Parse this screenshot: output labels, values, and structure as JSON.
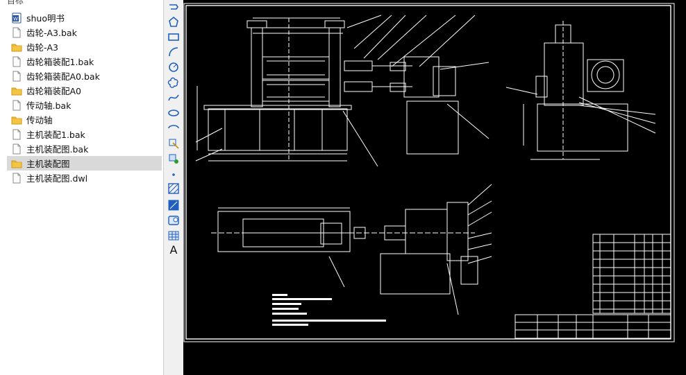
{
  "file_panel": {
    "header": "目标",
    "items": [
      {
        "name": "shuo明书",
        "type": "word"
      },
      {
        "name": "齿轮-A3.bak",
        "type": "file"
      },
      {
        "name": "齿轮-A3",
        "type": "dwg"
      },
      {
        "name": "齿轮箱装配1.bak",
        "type": "file"
      },
      {
        "name": "齿轮箱装配A0.bak",
        "type": "file"
      },
      {
        "name": "齿轮箱装配A0",
        "type": "dwg"
      },
      {
        "name": "传动轴.bak",
        "type": "file"
      },
      {
        "name": "传动轴",
        "type": "dwg"
      },
      {
        "name": "主机装配1.bak",
        "type": "file"
      },
      {
        "name": "主机装配图.bak",
        "type": "file"
      },
      {
        "name": "主机装配图",
        "type": "dwg",
        "selected": true
      },
      {
        "name": "主机装配图.dwl",
        "type": "file"
      }
    ]
  },
  "toolbar": {
    "tools": [
      "polyline-icon",
      "polygon-icon",
      "rectangle-icon",
      "arc-icon",
      "circle-icon",
      "revision-cloud-icon",
      "spline-icon",
      "ellipse-icon",
      "ellipse-arc-icon",
      "insert-block-icon",
      "make-block-icon",
      "point-icon",
      "hatch-icon",
      "gradient-icon",
      "region-icon",
      "table-icon",
      "multiline-text-icon"
    ],
    "text_glyph": "A"
  },
  "colors": {
    "canvas": "#000000",
    "lines": "#ffffff",
    "selection": "#d9d9d9",
    "toolbar": "#f0f0f0",
    "folder": "#f5c542"
  }
}
